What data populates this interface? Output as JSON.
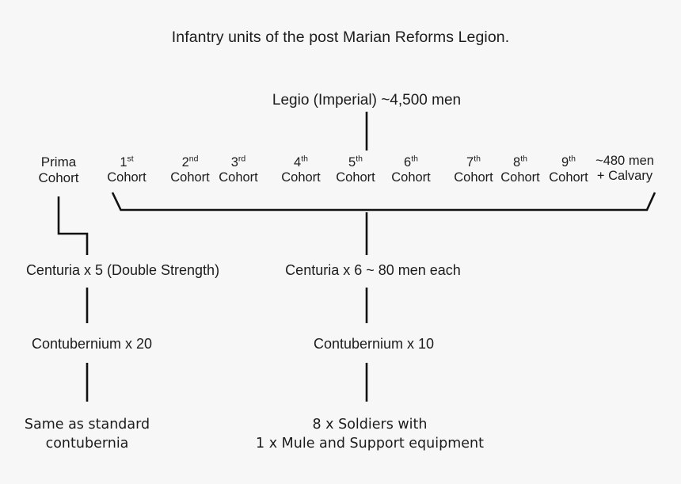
{
  "diagram": {
    "title": "Infantry units of the  post  Marian Reforms Legion.",
    "background_color": "#f7f7f7",
    "line_color": "#111111",
    "root": {
      "label": "Legio (Imperial) ~4,500 men"
    },
    "cohorts": [
      {
        "name": "prima",
        "ordinal": "",
        "base": "Prima",
        "unit": "Cohort"
      },
      {
        "name": "first",
        "ordinal": "st",
        "base": "1",
        "unit": "Cohort"
      },
      {
        "name": "second",
        "ordinal": "nd",
        "base": "2",
        "unit": "Cohort"
      },
      {
        "name": "third",
        "ordinal": "rd",
        "base": "3",
        "unit": "Cohort"
      },
      {
        "name": "fourth",
        "ordinal": "th",
        "base": "4",
        "unit": "Cohort"
      },
      {
        "name": "fifth",
        "ordinal": "th",
        "base": "5",
        "unit": "Cohort"
      },
      {
        "name": "sixth",
        "ordinal": "th",
        "base": "6",
        "unit": "Cohort"
      },
      {
        "name": "seventh",
        "ordinal": "th",
        "base": "7",
        "unit": "Cohort"
      },
      {
        "name": "eighth",
        "ordinal": "th",
        "base": "8",
        "unit": "Cohort"
      },
      {
        "name": "ninth",
        "ordinal": "th",
        "base": "9",
        "unit": "Cohort"
      }
    ],
    "cohort_note": {
      "line1": "~480 men",
      "line2": "+ Calvary"
    },
    "prima_branch": {
      "centuria": "Centuria x 5 (Double Strength)",
      "contubernium": "Contubernium x 20",
      "detail_line1": "Same as standard",
      "detail_line2": "contubernia"
    },
    "standard_branch": {
      "centuria": "Centuria x 6 ~ 80 men each",
      "contubernium": "Contubernium x 10",
      "detail_line1": "8 x Soldiers  with",
      "detail_line2": "1 x Mule and Support equipment"
    }
  }
}
